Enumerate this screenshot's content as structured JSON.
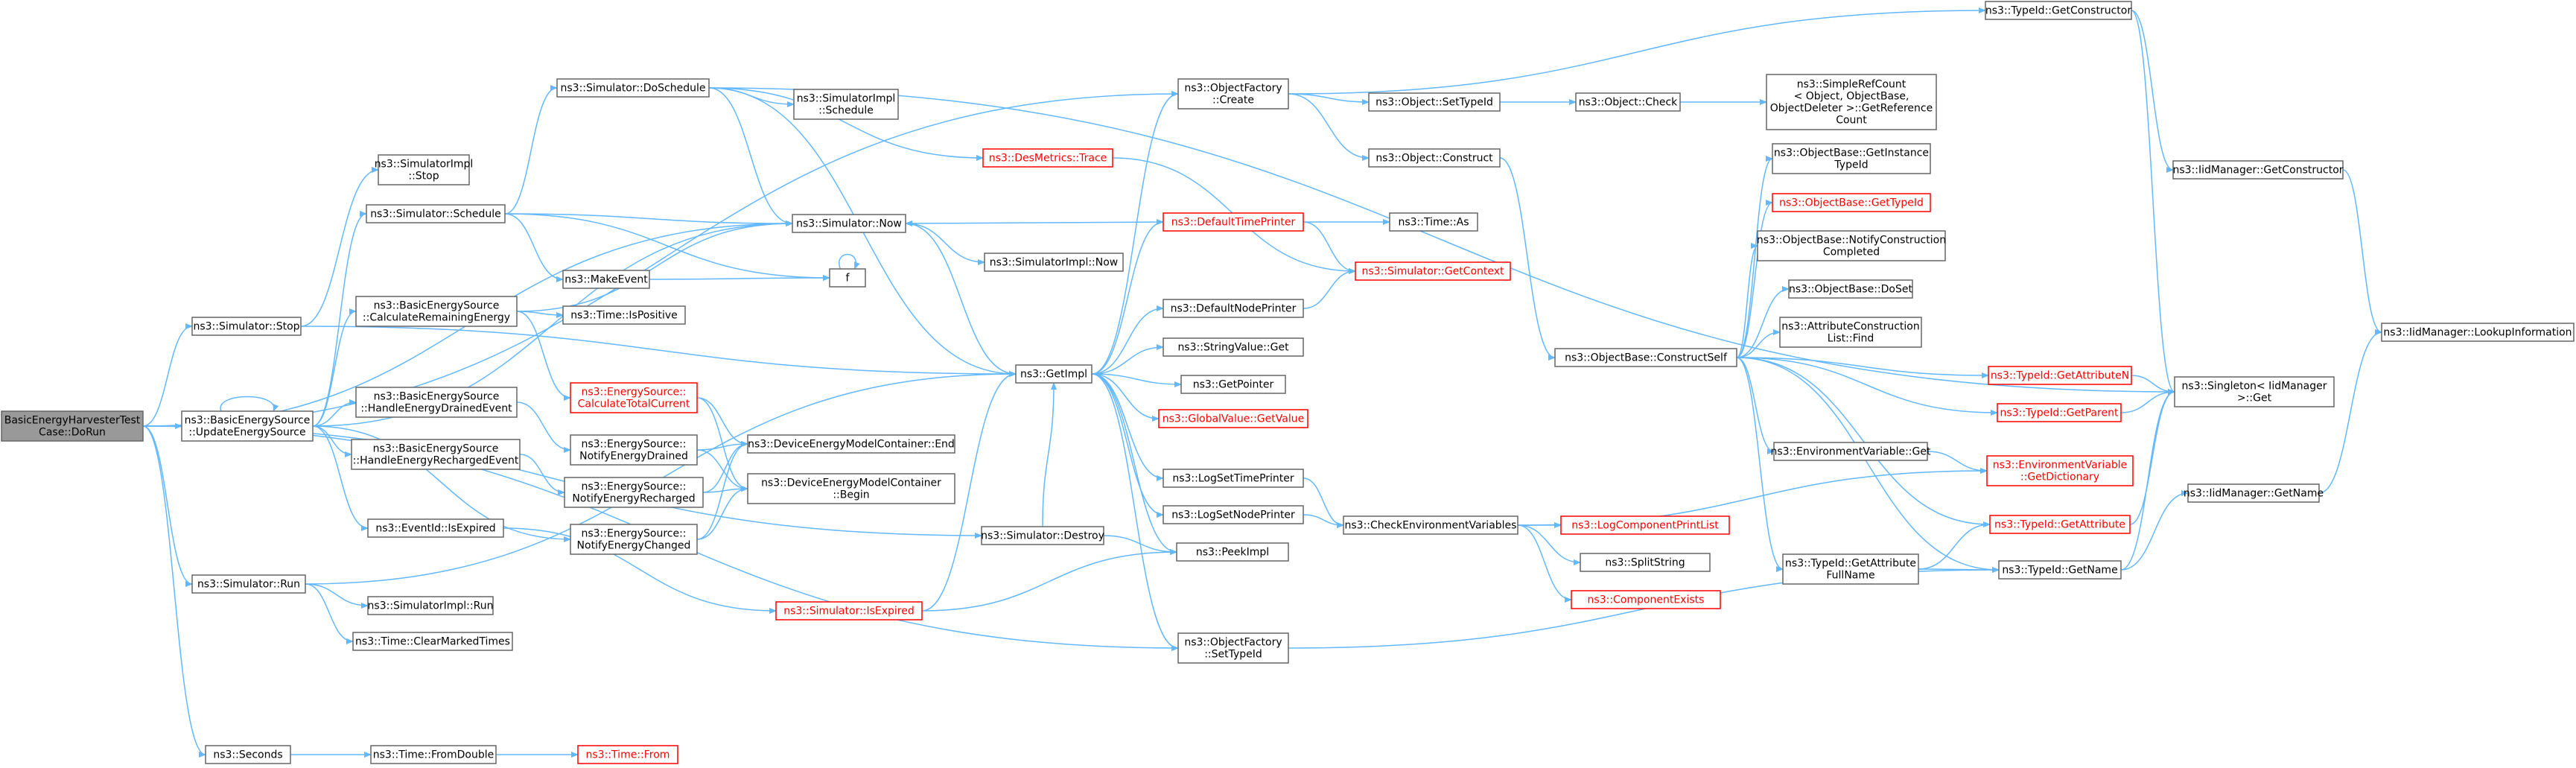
{
  "diagram": {
    "kind": "call-graph",
    "root": "n0",
    "nodes": [
      {
        "id": "n0",
        "lines": [
          "BasicEnergyHarvesterTest",
          "Case::DoRun"
        ],
        "style": "root"
      },
      {
        "id": "n1",
        "lines": [
          "ns3::Simulator::Stop"
        ]
      },
      {
        "id": "n2",
        "lines": [
          "ns3::BasicEnergySource",
          "::UpdateEnergySource"
        ]
      },
      {
        "id": "n3",
        "lines": [
          "ns3::Simulator::Run"
        ]
      },
      {
        "id": "n4",
        "lines": [
          "ns3::Seconds"
        ]
      },
      {
        "id": "n5",
        "lines": [
          "ns3::SimulatorImpl",
          "::Stop"
        ]
      },
      {
        "id": "n6",
        "lines": [
          "ns3::Simulator::Schedule"
        ]
      },
      {
        "id": "n7",
        "lines": [
          "ns3::BasicEnergySource",
          "::CalculateRemainingEnergy"
        ]
      },
      {
        "id": "n8",
        "lines": [
          "ns3::BasicEnergySource",
          "::HandleEnergyDrainedEvent"
        ]
      },
      {
        "id": "n9",
        "lines": [
          "ns3::BasicEnergySource",
          "::HandleEnergyRechargedEvent"
        ]
      },
      {
        "id": "n10",
        "lines": [
          "ns3::EventId::IsExpired"
        ]
      },
      {
        "id": "n11",
        "lines": [
          "ns3::SimulatorImpl::Run"
        ]
      },
      {
        "id": "n12",
        "lines": [
          "ns3::Time::ClearMarkedTimes"
        ]
      },
      {
        "id": "n13",
        "lines": [
          "ns3::Time::FromDouble"
        ]
      },
      {
        "id": "n14",
        "lines": [
          "ns3::Simulator::DoSchedule"
        ]
      },
      {
        "id": "n15",
        "lines": [
          "ns3::MakeEvent"
        ]
      },
      {
        "id": "n16",
        "lines": [
          "ns3::Time::IsPositive"
        ]
      },
      {
        "id": "n17",
        "lines": [
          "ns3::EnergySource::",
          "CalculateTotalCurrent"
        ],
        "style": "missing"
      },
      {
        "id": "n18",
        "lines": [
          "ns3::EnergySource::",
          "NotifyEnergyDrained"
        ]
      },
      {
        "id": "n19",
        "lines": [
          "ns3::EnergySource::",
          "NotifyEnergyRecharged"
        ]
      },
      {
        "id": "n20",
        "lines": [
          "ns3::EnergySource::",
          "NotifyEnergyChanged"
        ]
      },
      {
        "id": "n21",
        "lines": [
          "ns3::Time::From"
        ],
        "style": "missing"
      },
      {
        "id": "n22",
        "lines": [
          "ns3::SimulatorImpl",
          "::Schedule"
        ]
      },
      {
        "id": "n23",
        "lines": [
          "ns3::Simulator::Now"
        ]
      },
      {
        "id": "n24",
        "lines": [
          "f"
        ]
      },
      {
        "id": "n25",
        "lines": [
          "ns3::DeviceEnergyModelContainer::End"
        ]
      },
      {
        "id": "n26",
        "lines": [
          "ns3::DeviceEnergyModelContainer",
          "::Begin"
        ]
      },
      {
        "id": "n27",
        "lines": [
          "ns3::Simulator::IsExpired"
        ],
        "style": "missing"
      },
      {
        "id": "n28",
        "lines": [
          "ns3::DesMetrics::Trace"
        ],
        "style": "missing"
      },
      {
        "id": "n29",
        "lines": [
          "ns3::SimulatorImpl::Now"
        ]
      },
      {
        "id": "n30",
        "lines": [
          "ns3::GetImpl"
        ]
      },
      {
        "id": "n31",
        "lines": [
          "ns3::Simulator::Destroy"
        ]
      },
      {
        "id": "n32",
        "lines": [
          "ns3::ObjectFactory",
          "::Create"
        ]
      },
      {
        "id": "n33",
        "lines": [
          "ns3::DefaultTimePrinter"
        ],
        "style": "missing"
      },
      {
        "id": "n34",
        "lines": [
          "ns3::DefaultNodePrinter"
        ]
      },
      {
        "id": "n35",
        "lines": [
          "ns3::StringValue::Get"
        ]
      },
      {
        "id": "n36",
        "lines": [
          "ns3::GetPointer"
        ]
      },
      {
        "id": "n37",
        "lines": [
          "ns3::GlobalValue::GetValue"
        ],
        "style": "missing"
      },
      {
        "id": "n38",
        "lines": [
          "ns3::LogSetTimePrinter"
        ]
      },
      {
        "id": "n39",
        "lines": [
          "ns3::LogSetNodePrinter"
        ]
      },
      {
        "id": "n40",
        "lines": [
          "ns3::PeekImpl"
        ]
      },
      {
        "id": "n41",
        "lines": [
          "ns3::ObjectFactory",
          "::SetTypeId"
        ]
      },
      {
        "id": "n42",
        "lines": [
          "ns3::Object::SetTypeId"
        ]
      },
      {
        "id": "n43",
        "lines": [
          "ns3::Object::Construct"
        ]
      },
      {
        "id": "n44",
        "lines": [
          "ns3::Time::As"
        ]
      },
      {
        "id": "n45",
        "lines": [
          "ns3::Simulator::GetContext"
        ],
        "style": "missing"
      },
      {
        "id": "n46",
        "lines": [
          "ns3::CheckEnvironmentVariables"
        ]
      },
      {
        "id": "n47",
        "lines": [
          "ns3::Object::Check"
        ]
      },
      {
        "id": "n48",
        "lines": [
          "ns3::ObjectBase::ConstructSelf"
        ]
      },
      {
        "id": "n49",
        "lines": [
          "ns3::LogComponentPrintList"
        ],
        "style": "missing"
      },
      {
        "id": "n50",
        "lines": [
          "ns3::SplitString"
        ]
      },
      {
        "id": "n51",
        "lines": [
          "ns3::ComponentExists"
        ],
        "style": "missing"
      },
      {
        "id": "n52",
        "lines": [
          "ns3::TypeId::GetConstructor"
        ]
      },
      {
        "id": "n53",
        "lines": [
          "ns3::SimpleRefCount",
          "< Object, ObjectBase,",
          "ObjectDeleter >::GetReference",
          "Count"
        ]
      },
      {
        "id": "n54",
        "lines": [
          "ns3::ObjectBase::GetInstance",
          "TypeId"
        ]
      },
      {
        "id": "n55",
        "lines": [
          "ns3::ObjectBase::GetTypeId"
        ],
        "style": "missing"
      },
      {
        "id": "n56",
        "lines": [
          "ns3::ObjectBase::NotifyConstruction",
          "Completed"
        ]
      },
      {
        "id": "n57",
        "lines": [
          "ns3::ObjectBase::DoSet"
        ]
      },
      {
        "id": "n58",
        "lines": [
          "ns3::AttributeConstruction",
          "List::Find"
        ]
      },
      {
        "id": "n59",
        "lines": [
          "ns3::TypeId::GetAttributeN"
        ],
        "style": "missing"
      },
      {
        "id": "n60",
        "lines": [
          "ns3::TypeId::GetParent"
        ],
        "style": "missing"
      },
      {
        "id": "n61",
        "lines": [
          "ns3::EnvironmentVariable::Get"
        ]
      },
      {
        "id": "n62",
        "lines": [
          "ns3::EnvironmentVariable",
          "::GetDictionary"
        ],
        "style": "missing"
      },
      {
        "id": "n63",
        "lines": [
          "ns3::TypeId::GetAttribute"
        ],
        "style": "missing"
      },
      {
        "id": "n64",
        "lines": [
          "ns3::TypeId::GetAttribute",
          "FullName"
        ]
      },
      {
        "id": "n65",
        "lines": [
          "ns3::TypeId::GetName"
        ]
      },
      {
        "id": "n66",
        "lines": [
          "ns3::IidManager::GetConstructor"
        ]
      },
      {
        "id": "n67",
        "lines": [
          "ns3::Singleton< IidManager",
          ">::Get"
        ]
      },
      {
        "id": "n68",
        "lines": [
          "ns3::IidManager::GetName"
        ]
      },
      {
        "id": "n69",
        "lines": [
          "ns3::IidManager::LookupInformation"
        ]
      }
    ],
    "edges": [
      [
        "n0",
        "n1"
      ],
      [
        "n0",
        "n2"
      ],
      [
        "n0",
        "n3"
      ],
      [
        "n0",
        "n4"
      ],
      [
        "n0",
        "n23"
      ],
      [
        "n0",
        "n32"
      ],
      [
        "n0",
        "n41"
      ],
      [
        "n0",
        "n31"
      ],
      [
        "n1",
        "n5"
      ],
      [
        "n1",
        "n30"
      ],
      [
        "n2",
        "n2"
      ],
      [
        "n2",
        "n6"
      ],
      [
        "n2",
        "n7"
      ],
      [
        "n2",
        "n8"
      ],
      [
        "n2",
        "n9"
      ],
      [
        "n2",
        "n10"
      ],
      [
        "n2",
        "n20"
      ],
      [
        "n2",
        "n23"
      ],
      [
        "n3",
        "n11"
      ],
      [
        "n3",
        "n12"
      ],
      [
        "n3",
        "n30"
      ],
      [
        "n4",
        "n13"
      ],
      [
        "n13",
        "n21"
      ],
      [
        "n6",
        "n14"
      ],
      [
        "n6",
        "n15"
      ],
      [
        "n6",
        "n24"
      ],
      [
        "n6",
        "n23"
      ],
      [
        "n7",
        "n16"
      ],
      [
        "n7",
        "n17"
      ],
      [
        "n7",
        "n23"
      ],
      [
        "n8",
        "n18"
      ],
      [
        "n9",
        "n19"
      ],
      [
        "n10",
        "n27"
      ],
      [
        "n14",
        "n22"
      ],
      [
        "n14",
        "n28"
      ],
      [
        "n14",
        "n23"
      ],
      [
        "n14",
        "n30"
      ],
      [
        "n14",
        "n67"
      ],
      [
        "n15",
        "n24"
      ],
      [
        "n24",
        "n24"
      ],
      [
        "n17",
        "n25"
      ],
      [
        "n17",
        "n26"
      ],
      [
        "n18",
        "n25"
      ],
      [
        "n18",
        "n26"
      ],
      [
        "n19",
        "n25"
      ],
      [
        "n19",
        "n26"
      ],
      [
        "n20",
        "n25"
      ],
      [
        "n20",
        "n26"
      ],
      [
        "n23",
        "n29"
      ],
      [
        "n23",
        "n30"
      ],
      [
        "n27",
        "n30"
      ],
      [
        "n27",
        "n40"
      ],
      [
        "n31",
        "n30"
      ],
      [
        "n31",
        "n40"
      ],
      [
        "n28",
        "n45"
      ],
      [
        "n30",
        "n32"
      ],
      [
        "n30",
        "n33"
      ],
      [
        "n30",
        "n34"
      ],
      [
        "n30",
        "n35"
      ],
      [
        "n30",
        "n36"
      ],
      [
        "n30",
        "n37"
      ],
      [
        "n30",
        "n38"
      ],
      [
        "n30",
        "n39"
      ],
      [
        "n30",
        "n40"
      ],
      [
        "n30",
        "n41"
      ],
      [
        "n32",
        "n42"
      ],
      [
        "n32",
        "n43"
      ],
      [
        "n32",
        "n52"
      ],
      [
        "n33",
        "n23"
      ],
      [
        "n33",
        "n44"
      ],
      [
        "n33",
        "n45"
      ],
      [
        "n34",
        "n45"
      ],
      [
        "n38",
        "n46"
      ],
      [
        "n39",
        "n46"
      ],
      [
        "n41",
        "n65"
      ],
      [
        "n42",
        "n47"
      ],
      [
        "n47",
        "n53"
      ],
      [
        "n43",
        "n48"
      ],
      [
        "n46",
        "n49"
      ],
      [
        "n46",
        "n50"
      ],
      [
        "n46",
        "n51"
      ],
      [
        "n46",
        "n62"
      ],
      [
        "n48",
        "n54"
      ],
      [
        "n48",
        "n55"
      ],
      [
        "n48",
        "n56"
      ],
      [
        "n48",
        "n57"
      ],
      [
        "n48",
        "n58"
      ],
      [
        "n48",
        "n59"
      ],
      [
        "n48",
        "n60"
      ],
      [
        "n48",
        "n61"
      ],
      [
        "n48",
        "n63"
      ],
      [
        "n48",
        "n64"
      ],
      [
        "n48",
        "n65"
      ],
      [
        "n52",
        "n66"
      ],
      [
        "n52",
        "n67"
      ],
      [
        "n59",
        "n67"
      ],
      [
        "n60",
        "n67"
      ],
      [
        "n61",
        "n62"
      ],
      [
        "n63",
        "n67"
      ],
      [
        "n64",
        "n63"
      ],
      [
        "n64",
        "n65"
      ],
      [
        "n65",
        "n67"
      ],
      [
        "n65",
        "n68"
      ],
      [
        "n66",
        "n69"
      ],
      [
        "n68",
        "n69"
      ]
    ]
  }
}
